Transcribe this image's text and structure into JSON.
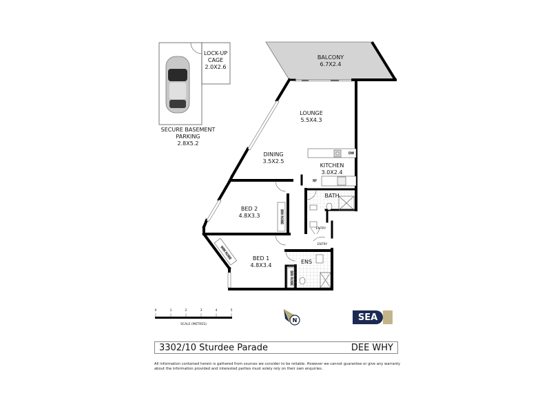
{
  "rooms": {
    "parking": {
      "name": "SECURE BASEMENT",
      "name2": "PARKING",
      "size": "2.8X5.2"
    },
    "lockup": {
      "name": "LOCK-UP",
      "name2": "CAGE",
      "size": "2.0X2.6"
    },
    "balcony": {
      "name": "BALCONY",
      "size": "6.7X2.4"
    },
    "lounge": {
      "name": "LOUNGE",
      "size": "5.5X4.3"
    },
    "dining": {
      "name": "DINING",
      "size": "3.5X2.5"
    },
    "kitchen": {
      "name": "KITCHEN",
      "size": "3.0X2.4"
    },
    "bath": {
      "name": "BATH"
    },
    "bed2": {
      "name": "BED 2",
      "size": "4.8X3.3"
    },
    "bed1": {
      "name": "BED 1",
      "size": "4.8X3.4"
    },
    "ens": {
      "name": "ENS"
    }
  },
  "fixtures": {
    "dw": "DW",
    "rf": "RF",
    "bir_robe": "BIN ROBE",
    "wir_robe": "WIN ROBE",
    "bir_robe2": "BIN ROBE",
    "entry1": "ENTRY",
    "entry2": "ENTRY"
  },
  "scale": {
    "ticks": [
      "0",
      "1",
      "2",
      "3",
      "4",
      "5"
    ],
    "label": "SCALE (METRES)"
  },
  "logo": {
    "text": "SEA",
    "navy": "#1c2a52",
    "gold": "#c4b48a"
  },
  "address": {
    "street": "3302/10 Sturdee Parade",
    "suburb": "DEE WHY"
  },
  "disclaimer": "All information contained herein is gathered from sources we consider to be reliable.  However we cannot guarantee or give any warranty about the information provided and interested parties must solely rely on their own enquiries."
}
